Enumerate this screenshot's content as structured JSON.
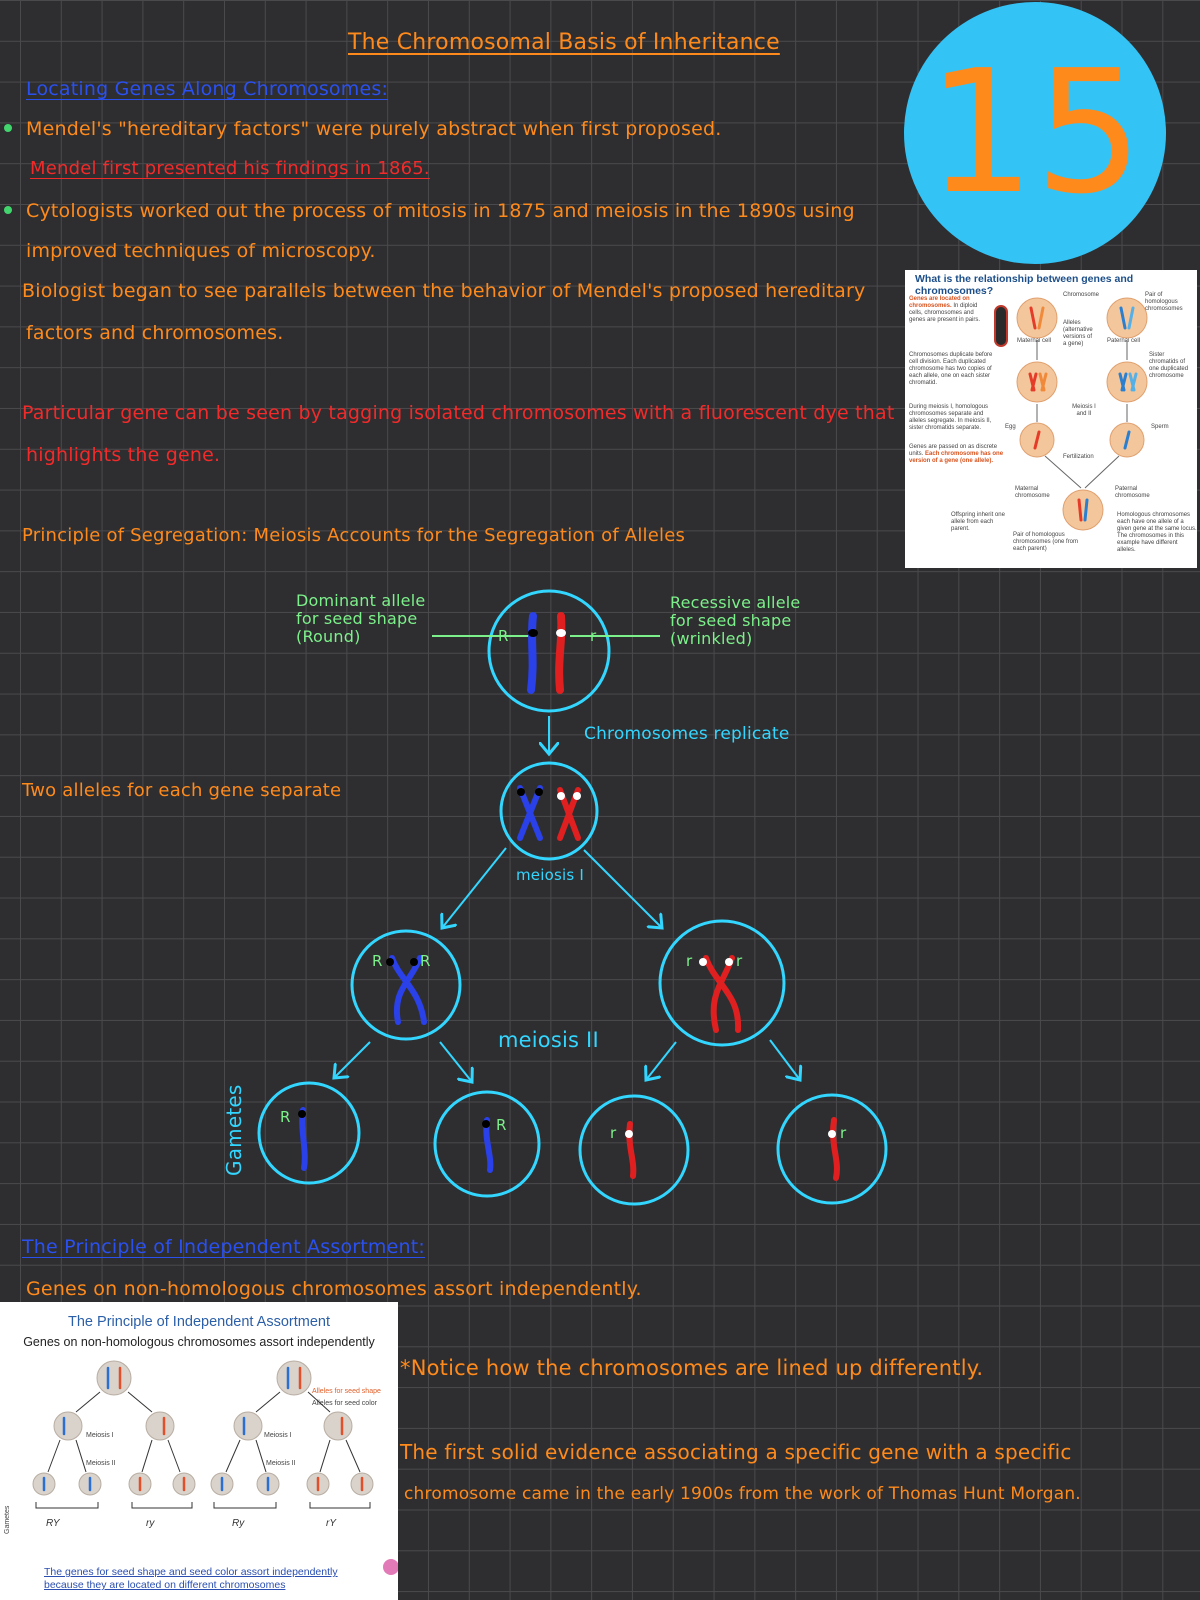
{
  "title": "The Chromosomal Basis of Inheritance",
  "badge_number": "15",
  "section1": {
    "heading": "Locating Genes Along Chromosomes:",
    "bullet1": "Mendel's \"hereditary factors\" were purely abstract when first proposed.",
    "note1": "Mendel first presented his findings in 1865.",
    "bullet2_line1": "Cytologists worked out the process of mitosis in 1875 and meiosis in the 1890s using",
    "bullet2_line2": "improved techniques of microscopy.",
    "line3a": "Biologist began to see parallels between the behavior of Mendel's proposed hereditary",
    "line3b": "factors and chromosomes.",
    "red_line1": "Particular gene can be seen by tagging isolated chromosomes with a fluorescent dye that",
    "red_line2": "highlights the gene."
  },
  "segregation": {
    "heading": "Principle of Segregation: Meiosis Accounts for the Segregation of Alleles",
    "dominant_label_1": "Dominant allele",
    "dominant_label_2": "for seed shape",
    "dominant_label_3": "(Round)",
    "recessive_label_1": "Recessive allele",
    "recessive_label_2": "for seed shape",
    "recessive_label_3": "(wrinkled)",
    "allele_R": "R",
    "allele_r": "r",
    "replicate_label": "Chromosomes replicate",
    "separate_label": "Two alleles for each gene separate",
    "meiosis1": "meiosis I",
    "meiosis2": "meiosis II",
    "gametes": "Gametes"
  },
  "independent": {
    "heading": "The Principle of Independent Assortment:",
    "line": "Genes on non-homologous chromosomes assort independently.",
    "notice": "*Notice how the chromosomes are lined up differently.",
    "evidence1": "The first solid evidence associating a specific gene with a specific",
    "evidence2": "chromosome came in the early 1900s from the work of Thomas Hunt Morgan."
  },
  "figure1": {
    "title": "What is the relationship between genes and chromosomes?",
    "genes_located": "Genes are located on chromosomes.",
    "genes_located_rest": "In diploid cells, chromosomes and genes are present in pairs.",
    "duplicate": "Chromosomes duplicate before cell division. Each duplicated chromosome has two copies of each allele, one on each sister chromatid.",
    "meiosis_text": "During meiosis I, homologous chromosomes separate and alleles segregate. In meiosis II, sister chromatids separate.",
    "discrete_a": "Genes are passed on as discrete units.",
    "discrete_b": "Each chromosome has one version of a gene (one allele).",
    "offspring": "Offspring inherit one allele from each parent.",
    "chromosome": "Chromosome",
    "pair_homologous": "Pair of homologous chromosomes",
    "alleles": "Alleles (alternative versions of a gene)",
    "maternal_cell": "Maternal cell",
    "paternal_cell": "Paternal cell",
    "sister": "Sister chromatids of one duplicated chromosome",
    "meiosis_12": "Meiosis I and II",
    "egg": "Egg",
    "sperm": "Sperm",
    "fertilization": "Fertilization",
    "maternal_chromosome": "Maternal chromosome",
    "paternal_chromosome": "Paternal chromosome",
    "homologous_note": "Homologous chromosomes each have one allele of a given gene at the same locus. The chromosomes in this example have different alleles.",
    "pair_note": "Pair of homologous chromosomes (one from each parent)"
  },
  "figure2": {
    "title": "The Principle of Independent Assortment",
    "subtitle": "Genes on non-homologous chromosomes assort independently",
    "alleles_shape": "Alleles for seed shape",
    "alleles_color": "Alleles for seed color",
    "meiosis_i": "Meiosis I",
    "meiosis_ii": "Meiosis II",
    "gametes": "Gametes",
    "g1": "RY",
    "g2": "ry",
    "g3": "Ry",
    "g4": "rY",
    "caption1": "The genes for seed shape and seed color assort independently",
    "caption2": "because they are located on different chromosomes"
  }
}
